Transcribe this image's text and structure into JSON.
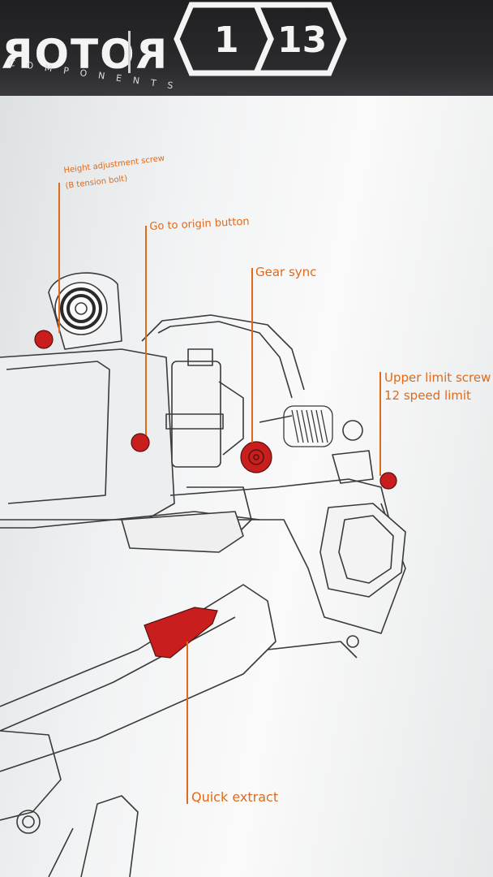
{
  "header": {
    "brand_text": "ROTOR",
    "brand_subtext": "COMPONENTS",
    "logo_left": "1",
    "logo_right": "13"
  },
  "callouts": {
    "height_screw": "Height adjustment screw",
    "height_screw_sub": "(B tension bolt)",
    "origin_button": "Go to origin button",
    "gear_sync": "Gear sync",
    "upper_limit": "Upper limit screw",
    "upper_limit_sub": "12 speed limit",
    "quick_extract": "Quick extract"
  },
  "colors": {
    "accent": "#e06a1a",
    "part_red": "#c81e1e",
    "header_dark": "#222224"
  }
}
